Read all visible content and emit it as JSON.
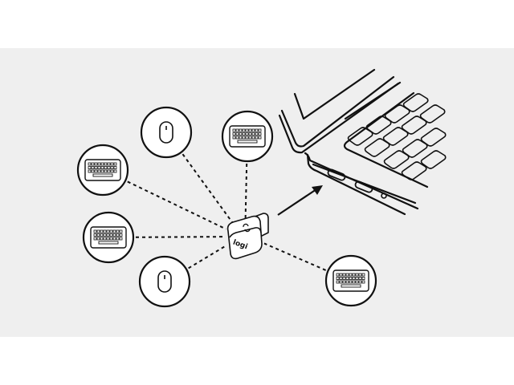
{
  "receiver": {
    "logo_text": "logi"
  },
  "devices": [
    {
      "type": "mouse",
      "id": "mouse-top"
    },
    {
      "type": "keyboard",
      "id": "keyboard-top"
    },
    {
      "type": "keyboard",
      "id": "keyboard-left-top"
    },
    {
      "type": "keyboard",
      "id": "keyboard-left-middle"
    },
    {
      "type": "mouse",
      "id": "mouse-bottom"
    },
    {
      "type": "keyboard",
      "id": "keyboard-right"
    }
  ],
  "colors": {
    "background": "#efefef",
    "page": "#ffffff",
    "line": "#111111"
  }
}
